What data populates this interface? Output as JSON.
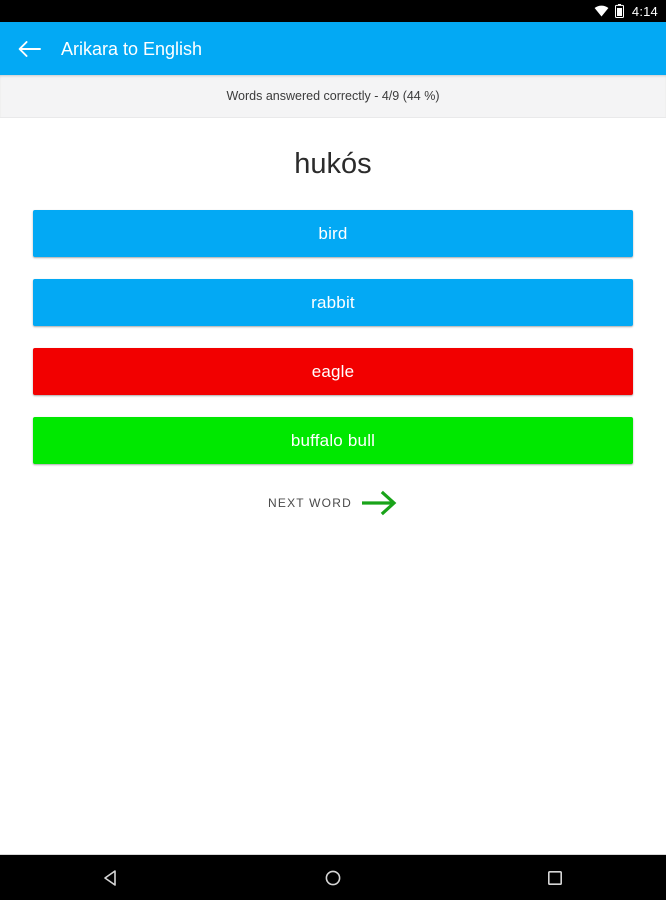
{
  "status_bar": {
    "time": "4:14",
    "icons": [
      "wifi-icon",
      "battery-icon"
    ]
  },
  "toolbar": {
    "back_icon": "back-arrow-icon",
    "title": "Arikara to English",
    "background_color": "#03a9f4"
  },
  "progress": {
    "text": "Words answered correctly - 4/9 (44 %)",
    "correct": 4,
    "total": 9,
    "percent": "44 %"
  },
  "quiz": {
    "prompt_word": "hukós",
    "answers": [
      {
        "label": "bird",
        "state": "neutral",
        "color": "#03a9f4"
      },
      {
        "label": "rabbit",
        "state": "neutral",
        "color": "#03a9f4"
      },
      {
        "label": "eagle",
        "state": "wrong",
        "color": "#f20000"
      },
      {
        "label": "buffalo bull",
        "state": "correct",
        "color": "#00e800"
      }
    ],
    "next_word": {
      "label": "NEXT WORD",
      "arrow_icon": "arrow-right-icon",
      "arrow_color": "#19a319"
    }
  },
  "nav_bar": {
    "back_icon": "nav-back-triangle-icon",
    "home_icon": "nav-home-circle-icon",
    "recents_icon": "nav-recents-square-icon"
  }
}
